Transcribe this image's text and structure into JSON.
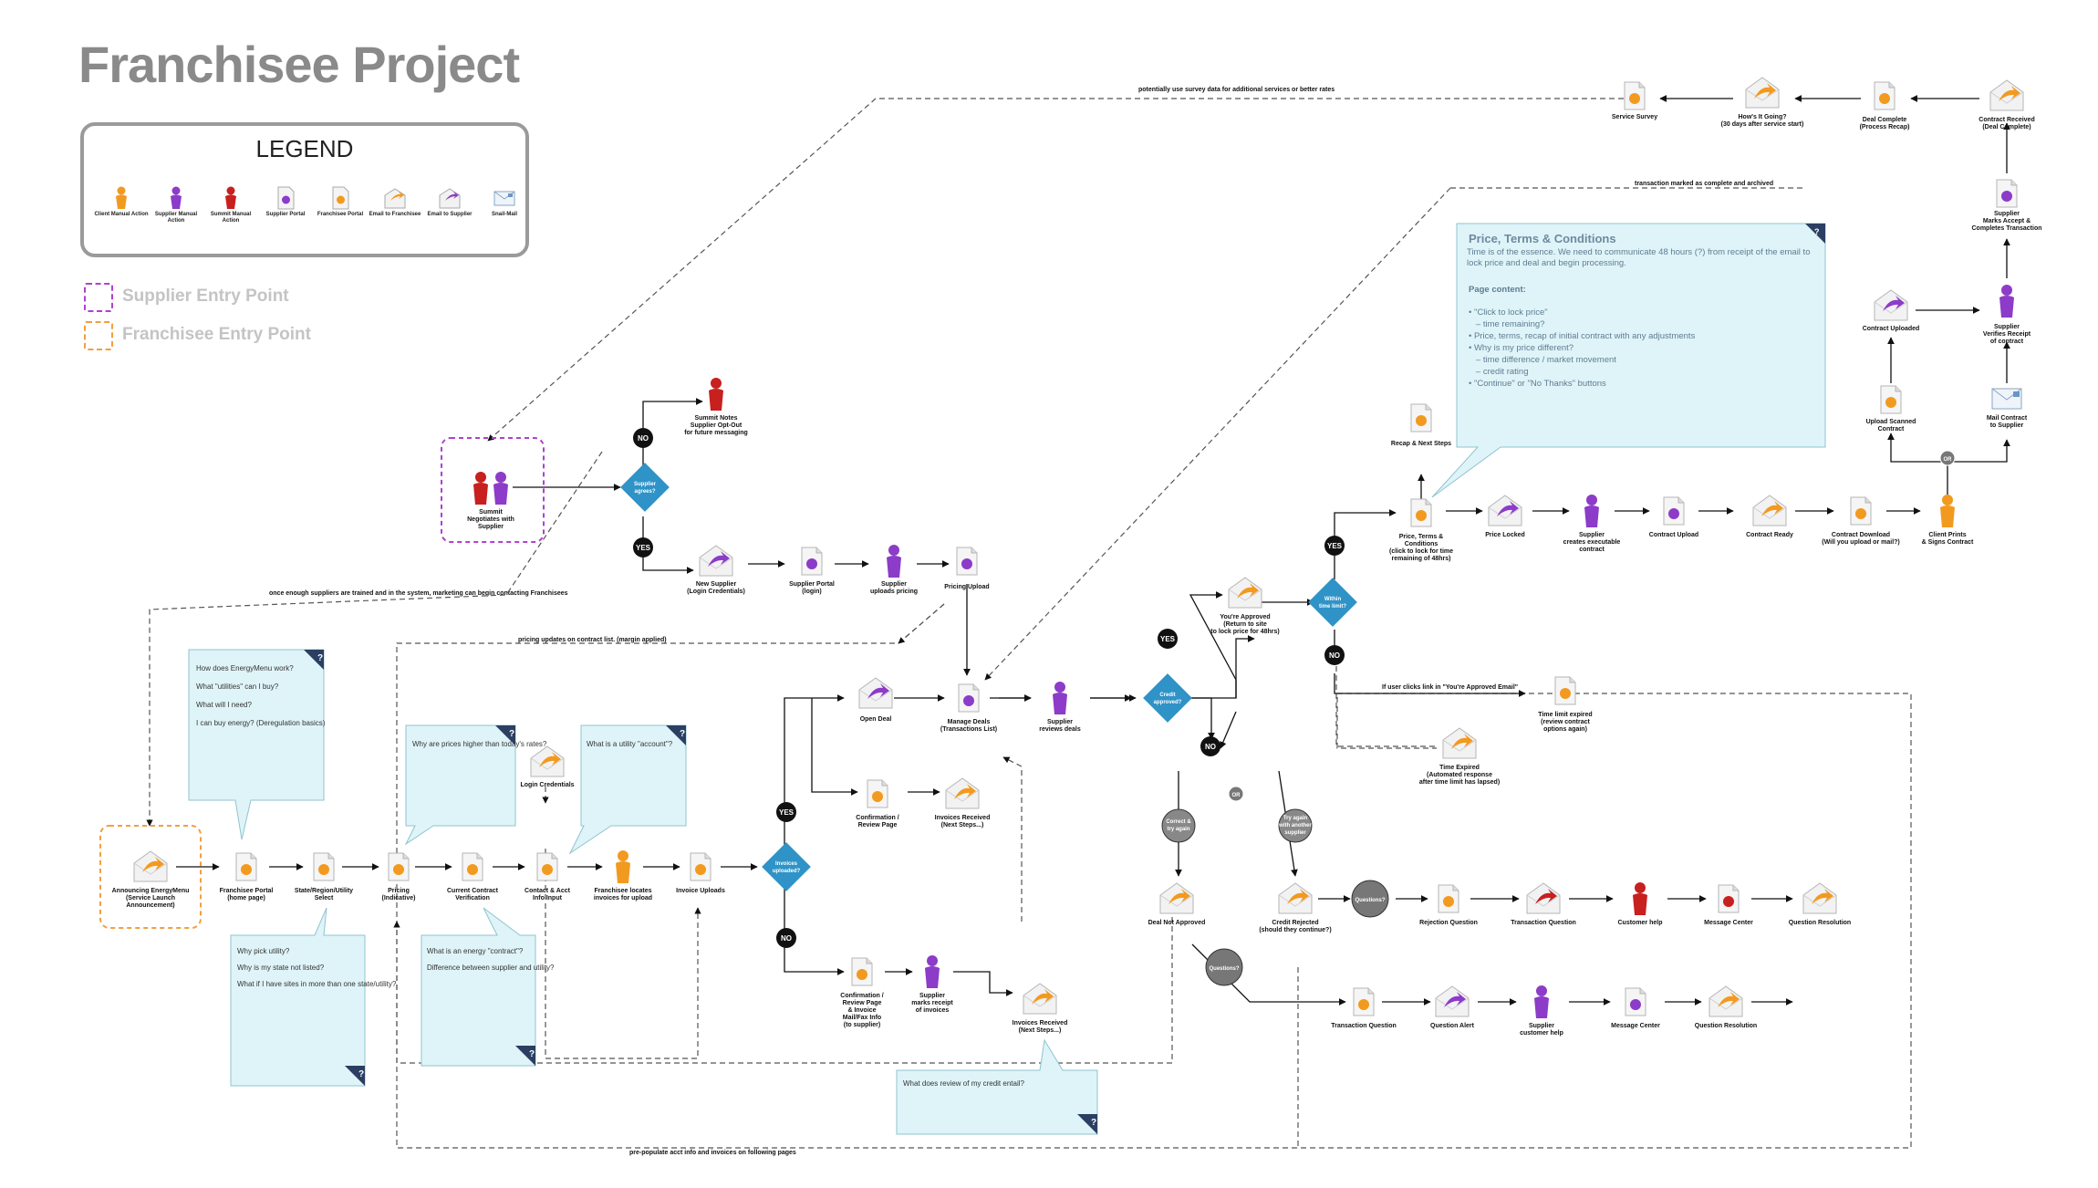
{
  "title": "Franchisee Project",
  "legend": {
    "title": "LEGEND",
    "items": [
      {
        "icon": "person-orange-icon",
        "label": "Client Manual Action"
      },
      {
        "icon": "person-purple-icon",
        "label": "Supplier Manual Action"
      },
      {
        "icon": "person-red-icon",
        "label": "Summit Manual Action"
      },
      {
        "icon": "document-purple-icon",
        "label": "Supplier Portal"
      },
      {
        "icon": "document-orange-icon",
        "label": "Franchisee Portal"
      },
      {
        "icon": "email-orange-icon",
        "label": "Email to Franchisee"
      },
      {
        "icon": "email-purple-icon",
        "label": "Email to Supplier"
      },
      {
        "icon": "snail-mail-icon",
        "label": "Snail-Mail"
      }
    ]
  },
  "entry_points": [
    {
      "label": "Supplier Entry Point",
      "color": "#b040d0"
    },
    {
      "label": "Franchisee Entry Point",
      "color": "#f0a040"
    }
  ],
  "colors": {
    "orange": "#f29a1f",
    "purple": "#8c3cc8",
    "red": "#c8201e",
    "decision": "#2f93c7",
    "note": "#dff4f8"
  },
  "nodes": {
    "summit_negotiates": "Summit Negotiates with Supplier",
    "supplier_agrees": "Supplier agrees?",
    "summit_notes": "Summit Notes Supplier Opt-Out for future messaging",
    "new_supplier": "New Supplier (Login Credentials)",
    "supplier_portal_login": "Supplier Portal (login)",
    "supplier_uploads_pricing": "Supplier uploads pricing",
    "pricing_upload": "Pricing Upload",
    "announcing": "Announcing EnergyMenu (Service Launch Announcement)",
    "franchisee_portal": "Franchisee Portal (home page)",
    "state_select": "State/Region/Utility Select",
    "pricing": "Pricing (Indicative)",
    "current_contract": "Current Contract Verification",
    "login_credentials": "Login Credentials",
    "contact_acct": "Contact & Acct Info Input",
    "franchisee_locates": "Franchisee locates invoices for upload",
    "invoice_uploads": "Invoice Uploads",
    "invoices_uploaded": "Invoices uploaded?",
    "open_deal": "Open Deal",
    "confirmation_review": "Confirmation / Review Page",
    "invoices_received_next": "Invoices Received (Next Steps...)",
    "manage_deals": "Manage Deals (Transactions List)",
    "supplier_reviews": "Supplier reviews deals",
    "credit_approved": "Credit approved?",
    "confirmation_mail": "Confirmation / Review Page & Invoice Mail/Fax Info (to supplier)",
    "supplier_marks_receipt": "Supplier marks receipt of invoices",
    "invoices_received_2": "Invoices Received (Next Steps...)",
    "youre_approved": "You're Approved (Return to site to lock price for 48hrs)",
    "within_time": "Within time limit?",
    "time_limit_expired": "Time limit expired (review contract options again)",
    "time_expired": "Time Expired (Automated response after time limit has lapsed)",
    "correct_try": "Correct & try again",
    "try_again_other": "Try again with another supplier",
    "deal_not_approved": "Deal Not Approved",
    "credit_rejected": "Credit Rejected (should they continue?)",
    "questions_1": "Questions?",
    "rejection_question": "Rejection Question",
    "transaction_question": "Transaction Question",
    "customer_help": "Customer help",
    "message_center": "Message Center",
    "question_resolution": "Question Resolution",
    "questions_2": "Questions?",
    "transaction_question_2": "Transaction Question",
    "question_alert": "Question Alert",
    "supplier_customer_help": "Supplier customer help",
    "message_center_2": "Message Center",
    "question_resolution_2": "Question Resolution",
    "recap_next": "Recap & Next Steps",
    "price_terms": "Price, Terms & Conditions (click to lock for time remaining of 48hrs)",
    "price_locked": "Price Locked",
    "supplier_creates": "Supplier creates executable contract",
    "contract_upload": "Contract Upload",
    "contract_ready": "Contract Ready",
    "contract_download": "Contract Download (Will you upload or mail?)",
    "client_prints": "Client Prints & Signs Contract",
    "upload_scanned": "Upload Scanned Contract",
    "mail_contract": "Mail Contract to Supplier",
    "contract_uploaded": "Contract Uploaded",
    "supplier_verifies": "Supplier Verifies Receipt of contract",
    "supplier_marks_accept": "Supplier Marks Accept & Completes Transaction",
    "contract_received": "Contract Received (Deal Complete)",
    "deal_complete": "Deal Complete (Process Recap)",
    "hows_it_going": "How's It Going? (30 days after service start)",
    "service_survey": "Service Survey",
    "yes": "YES",
    "no": "NO",
    "or": "OR"
  },
  "annotations": {
    "survey_data": "potentially use survey data for additional services or better rates",
    "transaction_marked": "transaction marked as complete and archived",
    "once_enough": "once enough suppliers are trained and in the system, marketing can begin contacting Franchisees",
    "pricing_updates": "pricing updates on contract list. (margin applied)",
    "if_user_clicks": "If user clicks link in \"You're Approved Email\"",
    "pre_populate": "pre-populate acct info and invoices on following pages"
  },
  "notes": {
    "portal_q": [
      "How does EnergyMenu work?",
      "What \"utilities\" can I buy?",
      "What will I need?",
      "I can buy energy? (Deregulation basics)"
    ],
    "pricing_q": [
      "Why are prices higher than today's rates?"
    ],
    "utility_q": [
      "What is a utility \"account\"?"
    ],
    "state_q": [
      "Why pick utility?",
      "Why is my state not listed?",
      "What if I have sites in more than one state/utility?"
    ],
    "contract_q": [
      "What is an energy \"contract\"?",
      "Difference between supplier and utility?"
    ],
    "credit_q": [
      "What does review of my credit entail?"
    ]
  },
  "price_panel": {
    "title": "Price, Terms & Conditions",
    "intro": "Time is of the essence. We need to communicate 48 hours (?) from receipt of the email to lock price and deal and begin processing.",
    "content_title": "Page content:",
    "lines": [
      "• \"Click to lock price\"",
      "   – time remaining?",
      "• Price, terms, recap of initial contract with any adjustments",
      "• Why is my price different?",
      "   – time difference / market movement",
      "   – credit rating",
      "• \"Continue\" or \"No Thanks\" buttons"
    ]
  }
}
